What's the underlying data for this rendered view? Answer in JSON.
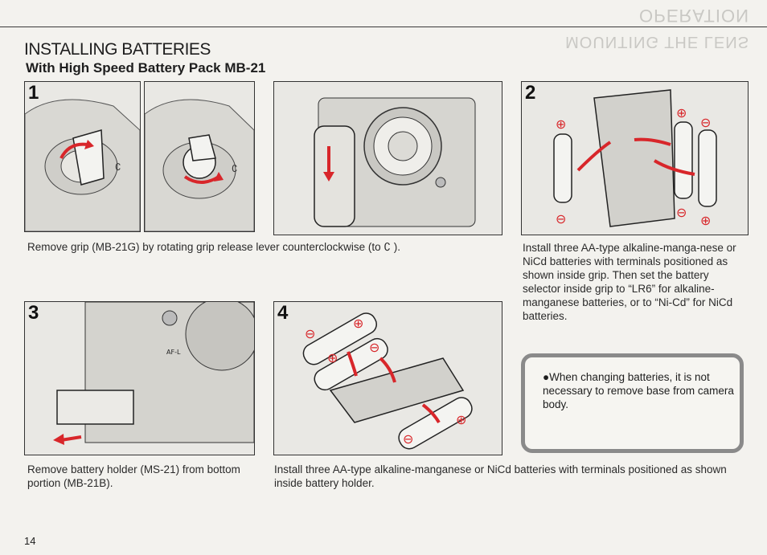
{
  "header": {
    "title": "INSTALLING BATTERIES",
    "subtitle": "With High Speed Battery Pack MB-21"
  },
  "steps": [
    {
      "number": "1",
      "caption": "Remove grip (MB-21G) by rotating grip release lever counterclockwise (to ∁ )."
    },
    {
      "number": "2",
      "caption": "Install three AA-type alkaline-manga-nese or NiCd batteries with terminals positioned as shown inside grip. Then set the battery selector inside grip to “LR6” for alkaline-manganese batteries, or to “Ni-Cd” for NiCd batteries."
    },
    {
      "number": "3",
      "caption": "Remove battery holder (MS-21) from bottom portion (MB-21B)."
    },
    {
      "number": "4",
      "caption": "Install three AA-type alkaline-manganese or NiCd batteries with terminals positioned as shown inside battery holder."
    }
  ],
  "note": {
    "bullet": "●",
    "text": "When changing batteries, it is not necessary to remove base from camera body."
  },
  "page_number": "14",
  "illustration_labels": {
    "plus": "⊕",
    "minus": "⊖",
    "af_label": "AF-L"
  },
  "colors": {
    "accent_red": "#d8262a",
    "line": "#333333"
  }
}
